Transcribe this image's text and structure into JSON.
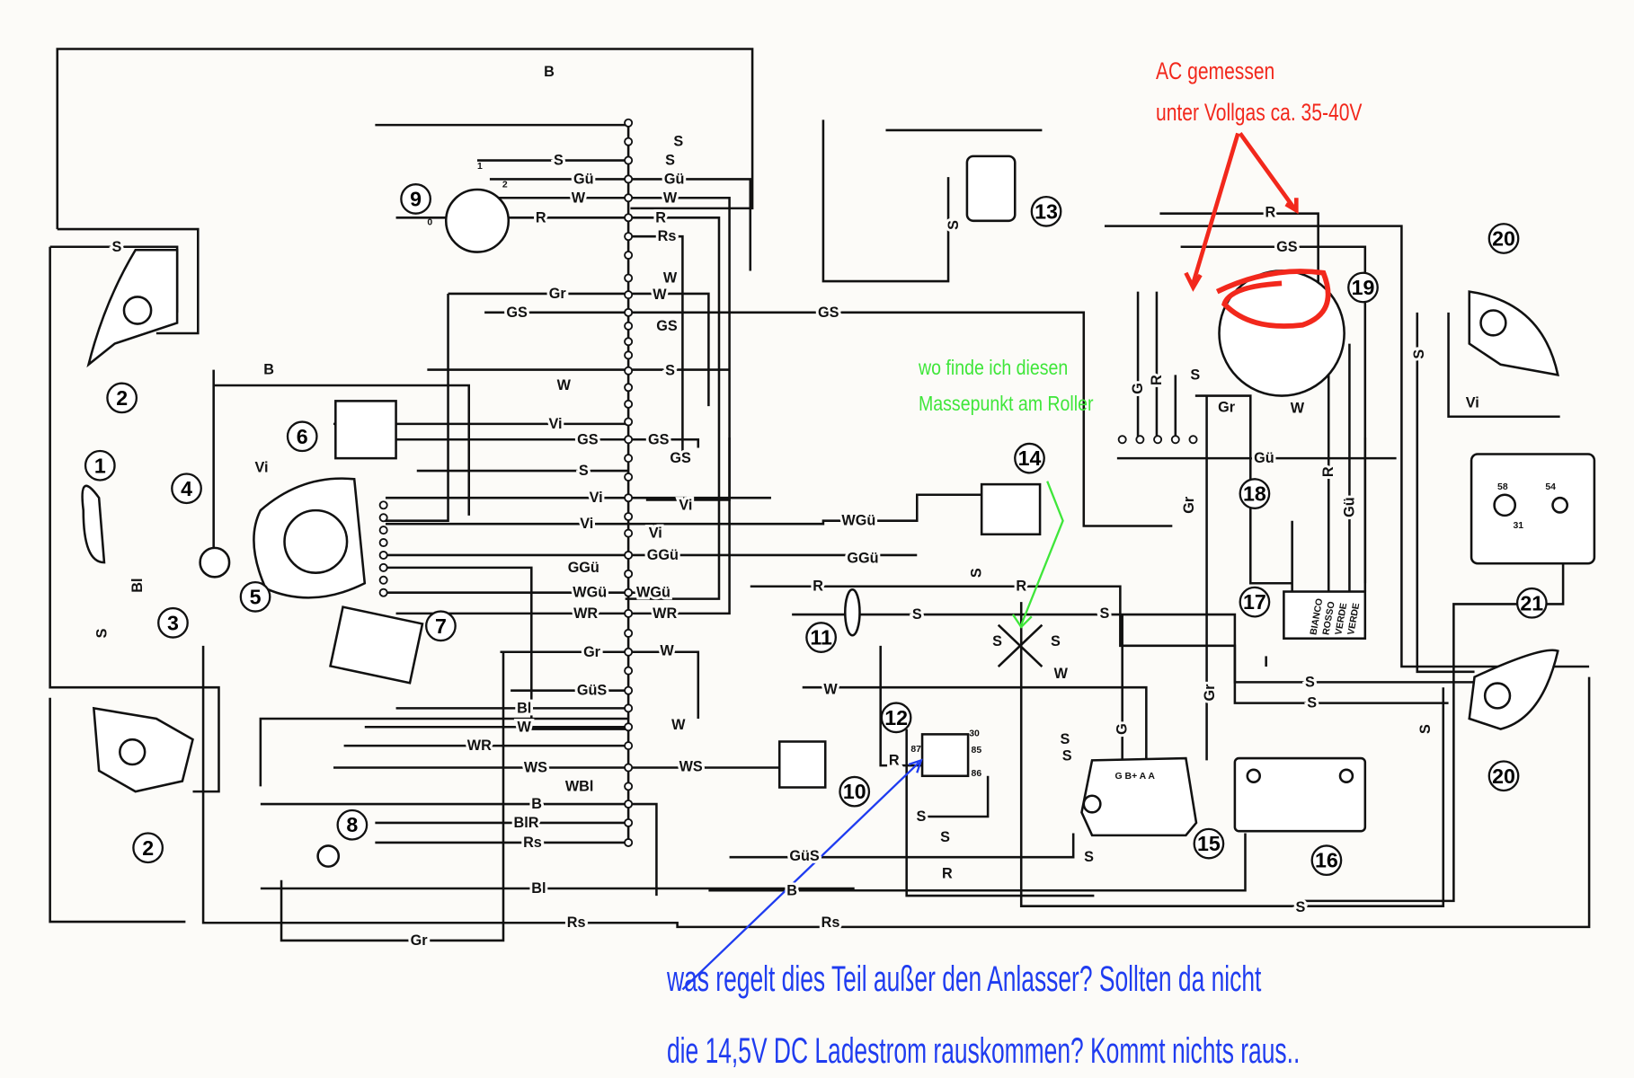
{
  "annotations": {
    "red_line1": "AC gemessen",
    "red_line2": "unter Vollgas ca. 35-40V",
    "green_line1": "wo finde ich diesen",
    "green_line2": "Massepunkt am Roller",
    "blue_line1": "was regelt dies Teil außer den Anlasser? Sollten da nicht",
    "blue_line2": "die 14,5V DC Ladestrom rauskommen? Kommt nichts raus..",
    "colors": {
      "red": "#f2281c",
      "green": "#3fe63a",
      "blue": "#1f3cf0"
    }
  },
  "components": [
    "1",
    "2",
    "2",
    "3",
    "4",
    "5",
    "6",
    "7",
    "8",
    "9",
    "10",
    "11",
    "12",
    "13",
    "14",
    "15",
    "16",
    "17",
    "18",
    "19",
    "20",
    "20",
    "21"
  ],
  "wire_labels": [
    "B",
    "S",
    "S",
    "S",
    "S",
    "Gü",
    "Gü",
    "W",
    "W",
    "R",
    "R",
    "Rs",
    "Gr",
    "W",
    "W",
    "GS",
    "GS",
    "GS",
    "S",
    "B",
    "W",
    "Vi",
    "Vi",
    "GS",
    "GS",
    "GS",
    "S",
    "Vi",
    "Vi",
    "Vi",
    "Vi",
    "WGü",
    "GGü",
    "GGü",
    "GGü",
    "WGü",
    "WGü",
    "WR",
    "WR",
    "R",
    "R",
    "S",
    "S",
    "S",
    "S",
    "Gr",
    "W",
    "W",
    "W",
    "GüS",
    "Bl",
    "W",
    "W",
    "WR",
    "WS",
    "WS",
    "WBl",
    "B",
    "BlR",
    "Rs",
    "GüS",
    "S",
    "S",
    "S",
    "R",
    "R",
    "B",
    "Bl",
    "Rs",
    "Rs",
    "S",
    "Gr",
    "Bl",
    "S",
    "S",
    "S",
    "R",
    "GS",
    "R",
    "G",
    "S",
    "Gr",
    "W",
    "Gü",
    "Vi",
    "S",
    "S",
    "S",
    "R",
    "Gü",
    "Gr",
    "Gr",
    "G",
    "S",
    "S",
    "S"
  ],
  "terminal_labels": {
    "regulator": "G B+ A A",
    "relay_87": "87",
    "relay_30": "30",
    "relay_85": "85",
    "relay_86": "86",
    "cdi": [
      "BIANCO",
      "ROSSO",
      "VERDE",
      "VERDE"
    ],
    "key_1": "1",
    "key_2": "2",
    "key_0": "0",
    "horn_58": "58",
    "horn_54": "54",
    "horn_31": "31"
  }
}
